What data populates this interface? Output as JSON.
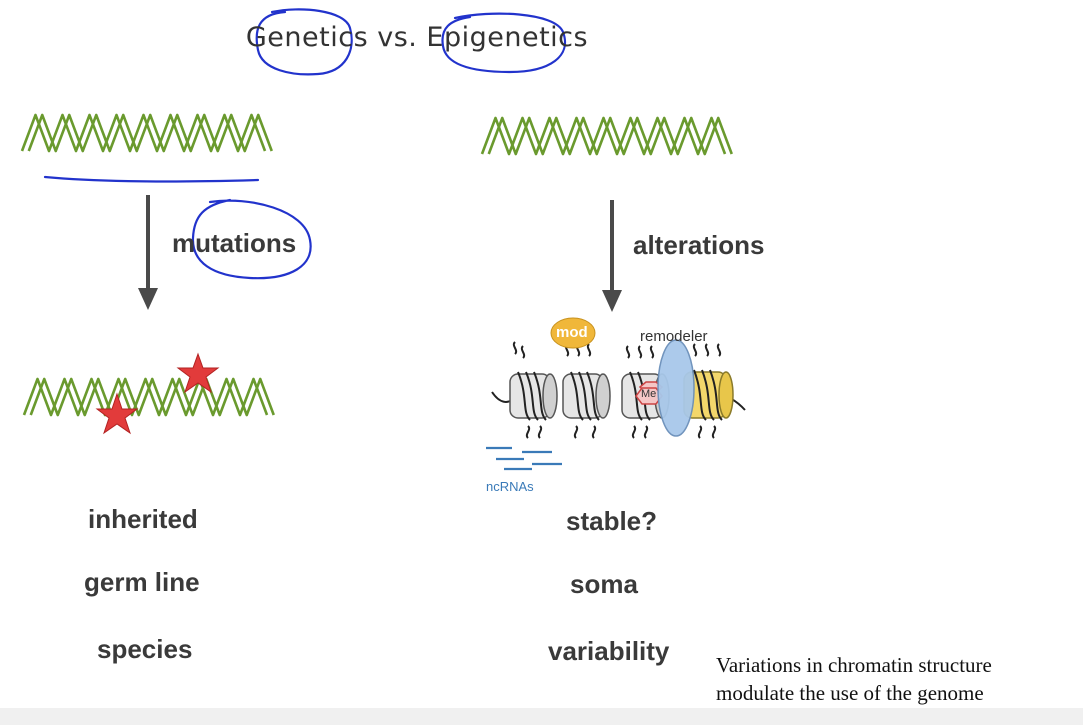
{
  "title": "Genetics vs. Epigenetics",
  "left": {
    "arrow_label": "mutations",
    "properties": [
      "inherited",
      "germ line",
      "species"
    ]
  },
  "right": {
    "arrow_label": "alterations",
    "mod_label": "mod",
    "remodeler_label": "remodeler",
    "me_label": "Me",
    "ncrna_label": "ncRNAs",
    "properties": [
      "stable?",
      "soma",
      "variability"
    ]
  },
  "caption": {
    "line1": "Variations in chromatin structure",
    "line2": "modulate the use of the genome"
  },
  "colors": {
    "dna": "#6a9a2e",
    "ink": "#2233cc",
    "star": "#e23b3b",
    "arrow": "#4a4a4a",
    "mod": "#f0b73a",
    "remodeler": "#a8c8ea",
    "ncrna": "#3a7ab8"
  }
}
